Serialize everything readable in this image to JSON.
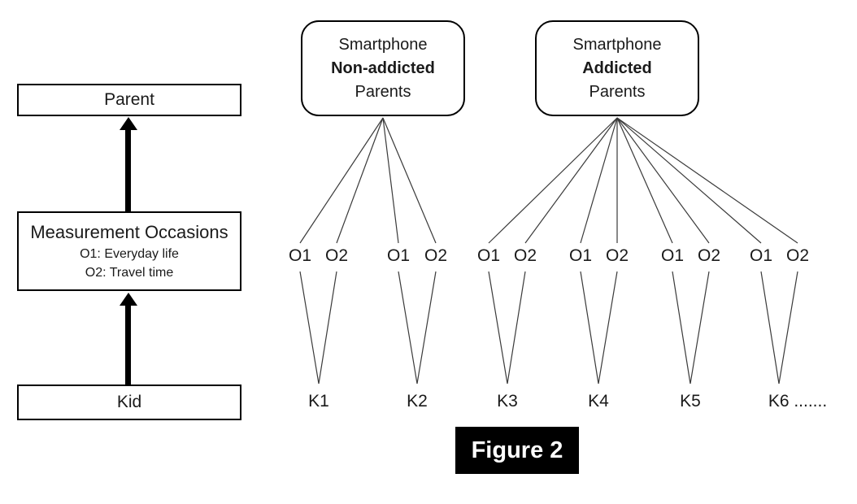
{
  "figure_caption": "Figure 2",
  "left_flow": {
    "parent_label": "Parent",
    "measurement": {
      "title": "Measurement Occasions",
      "sub1": "O1: Everyday life",
      "sub2": "O2: Travel time"
    },
    "kid_label": "Kid"
  },
  "groups": [
    {
      "line1": "Smartphone",
      "line2": "Non-addicted",
      "line3": "Parents"
    },
    {
      "line1": "Smartphone",
      "line2": "Addicted",
      "line3": "Parents"
    }
  ],
  "occasion_pairs": [
    {
      "o1": "O1",
      "o2": "O2"
    },
    {
      "o1": "O1",
      "o2": "O2"
    },
    {
      "o1": "O1",
      "o2": "O2"
    },
    {
      "o1": "O1",
      "o2": "O2"
    },
    {
      "o1": "O1",
      "o2": "O2"
    },
    {
      "o1": "O1",
      "o2": "O2"
    }
  ],
  "kids": [
    "K1",
    "K2",
    "K3",
    "K4",
    "K5",
    "K6 ......."
  ],
  "colors": {
    "line": "#3a3a3a",
    "box_border": "#000000",
    "arrow": "#000000",
    "caption_bg": "#000000",
    "caption_text": "#ffffff",
    "background": "#ffffff"
  }
}
